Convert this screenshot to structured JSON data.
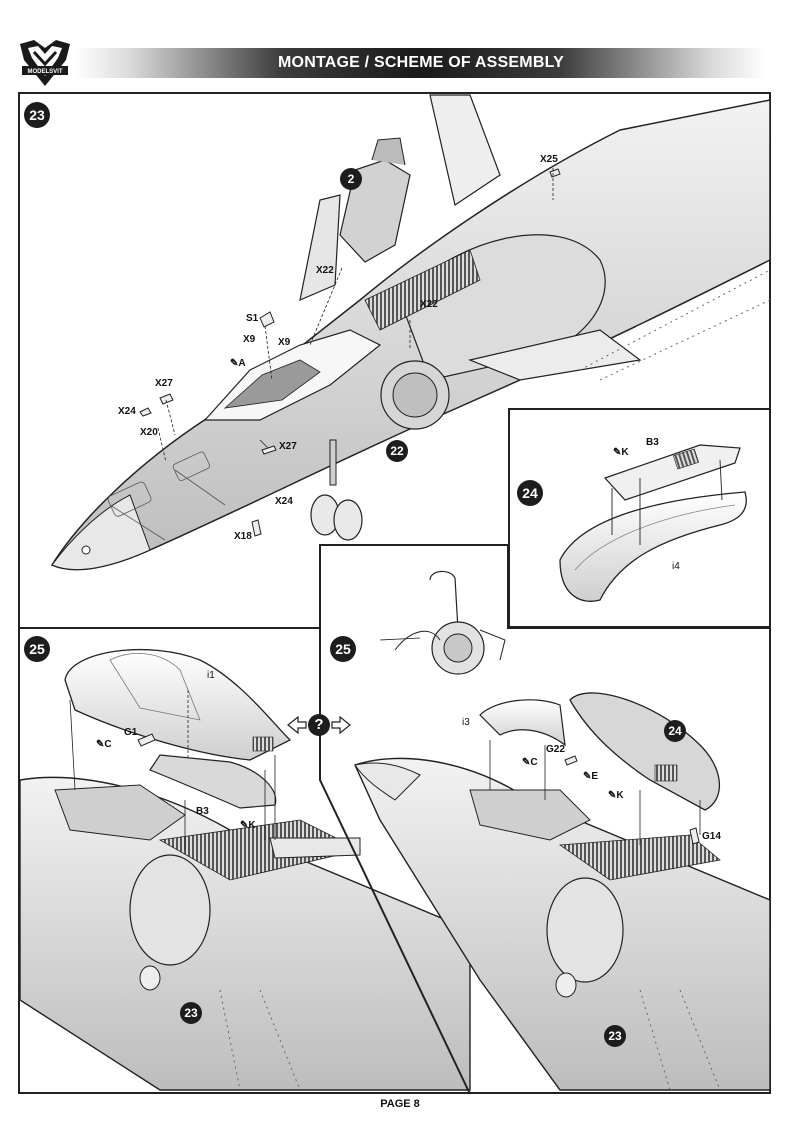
{
  "header": {
    "title": "MONTAGE / SCHEME OF ASSEMBLY",
    "logo_text": "MODELSVIT"
  },
  "steps": {
    "s23": "23",
    "s2": "2",
    "s22": "22",
    "s24": "24",
    "s25a": "25",
    "s25b": "25",
    "s24ref": "24",
    "s23refA": "23",
    "s23refB": "23"
  },
  "parts_step23": {
    "x25": "X25",
    "x22a": "X22",
    "x22b": "X22",
    "s1": "S1",
    "x9a": "X9",
    "x9b": "X9",
    "a": "A",
    "x27a": "X27",
    "x24a": "X24",
    "x20": "X20",
    "x27b": "X27",
    "x24b": "X24",
    "x18": "X18"
  },
  "parts_step24": {
    "k": "K",
    "b3": "B3",
    "i4": "i4"
  },
  "parts_step25a": {
    "i1": "i1",
    "g1": "G1",
    "c": "C",
    "b3": "B3",
    "k": "K"
  },
  "parts_step25b": {
    "i3": "i3",
    "g22": "G22",
    "c": "C",
    "e": "E",
    "k": "K",
    "g14": "G14"
  },
  "nav_symbol": "?",
  "footer": {
    "page": "PAGE 8"
  }
}
